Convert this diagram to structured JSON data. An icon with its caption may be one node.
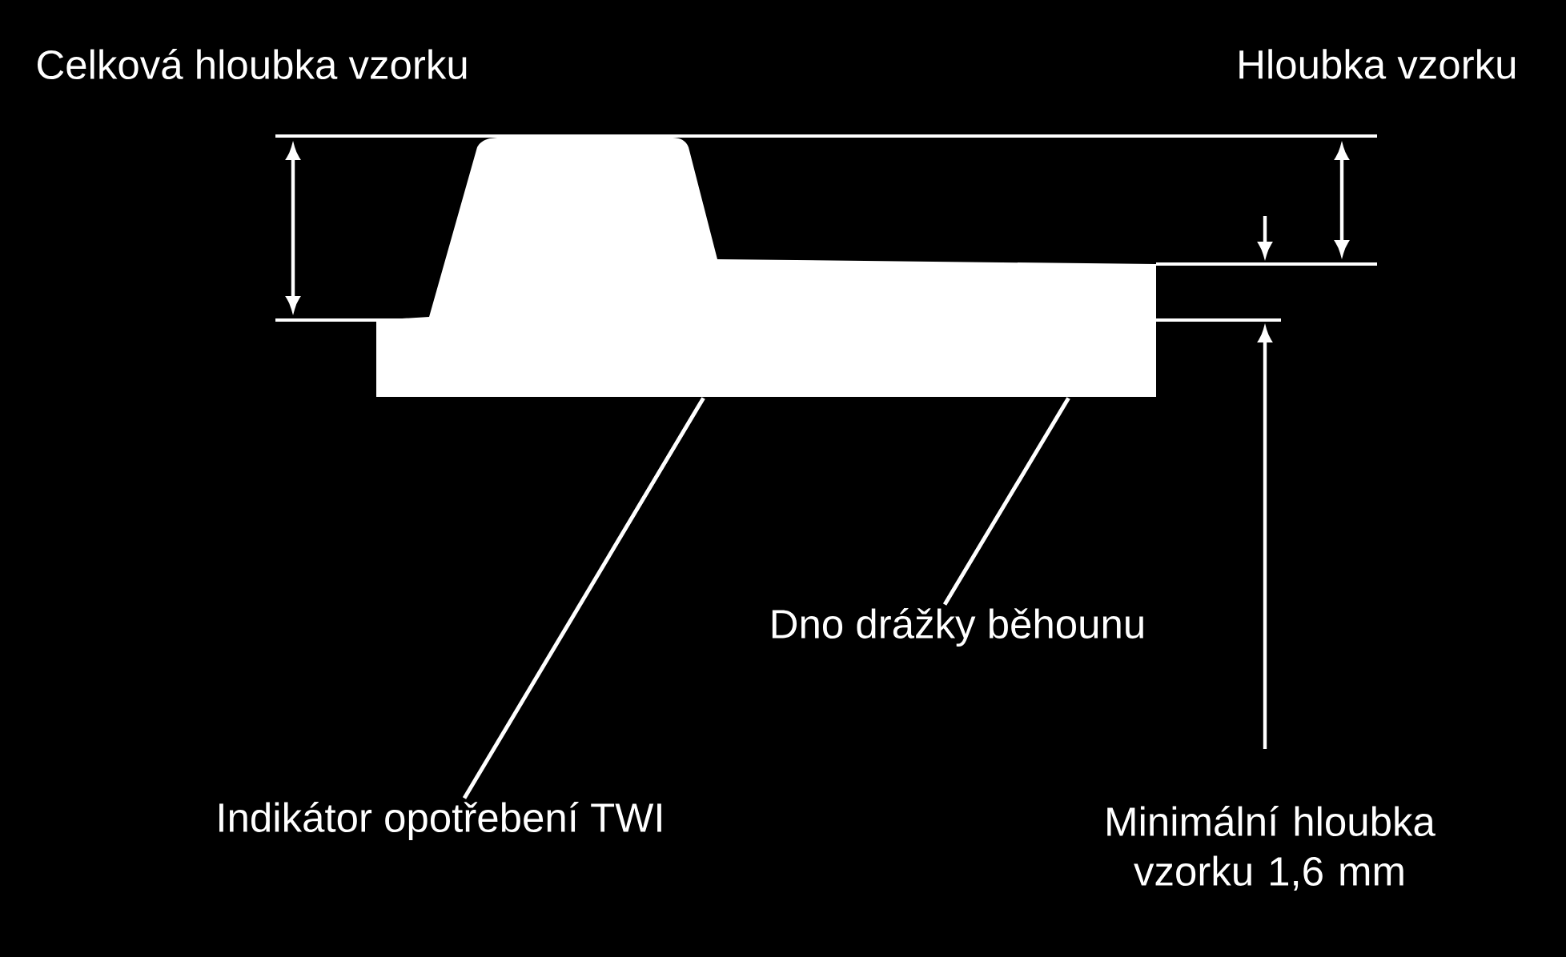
{
  "diagram": {
    "nodes": [
      {
        "text": [],
        "shape": "picture"
      },
      {
        "text": [
          "Dno drážky běhounu"
        ]
      },
      {
        "text": [
          "Indikátor opotřebení TWI"
        ]
      }
    ],
    "edges": [
      {
        "from": 1,
        "to": 0,
        "arrow": "none"
      },
      {
        "from": 2,
        "to": 0,
        "arrow": "none"
      }
    ],
    "labels": [
      "Celková hloubka vzorku",
      "Hloubka vzorku",
      "Minimální hloubka vzorku 1,6 mm"
    ]
  }
}
